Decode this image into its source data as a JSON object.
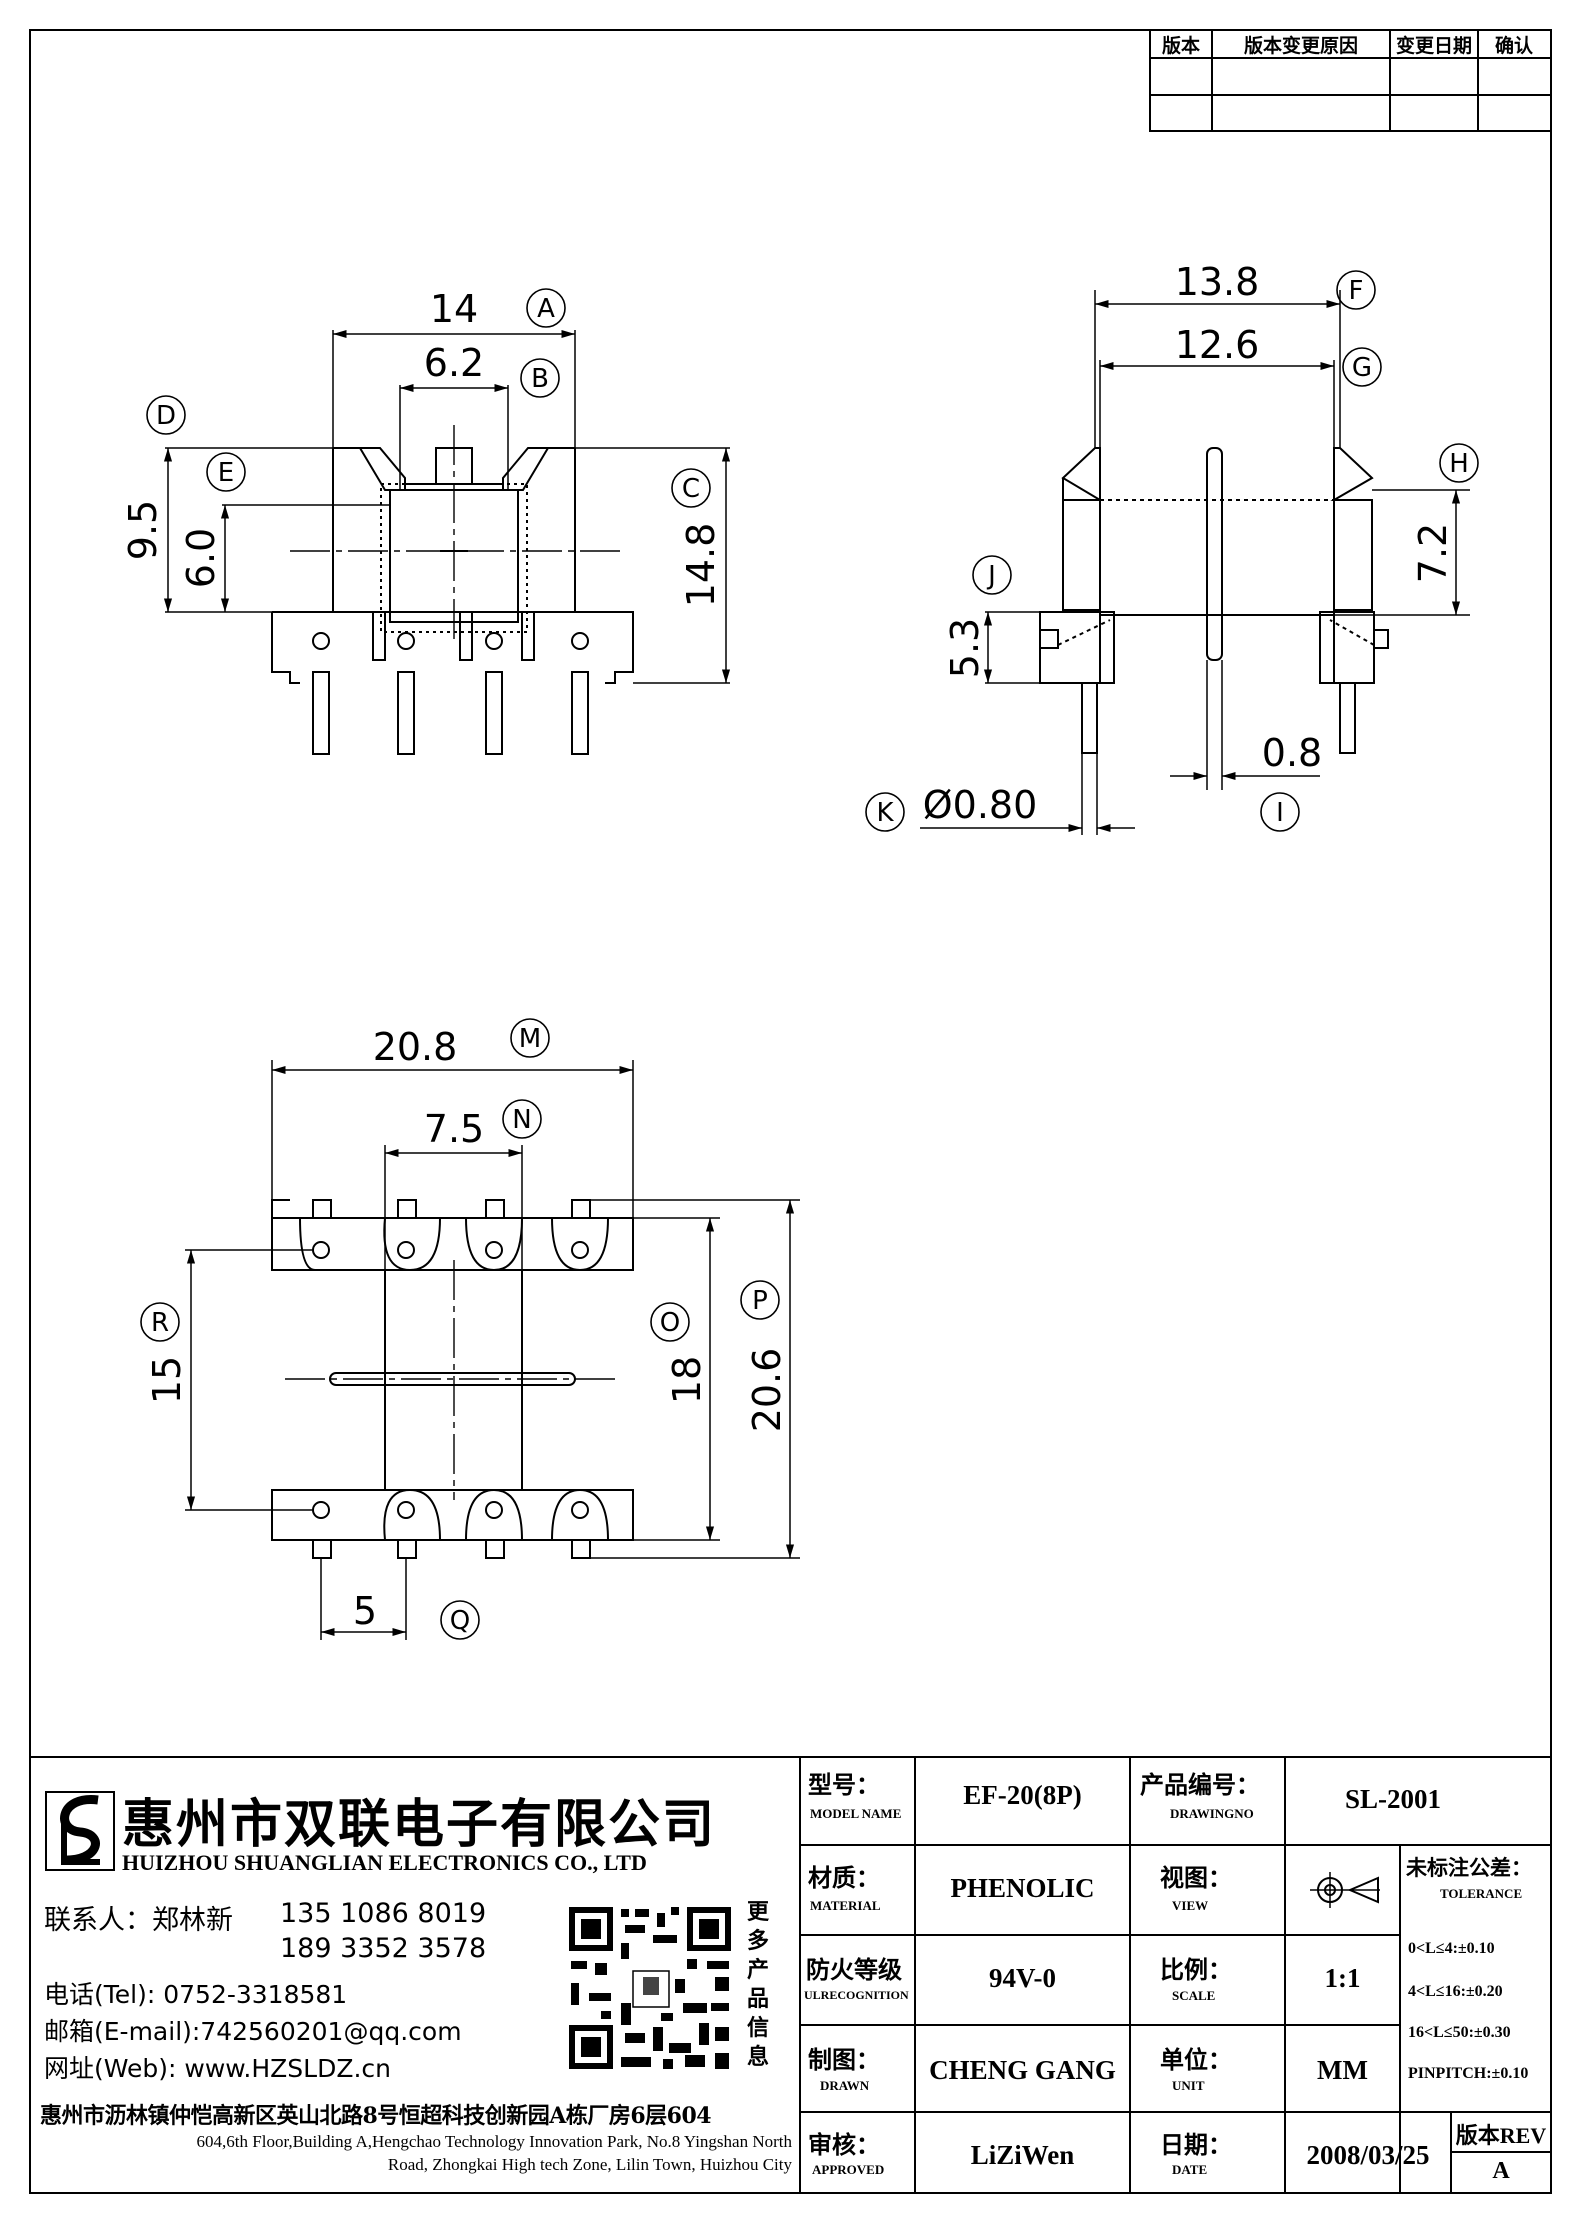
{
  "revision_table": {
    "headers": [
      "版本",
      "版本变更原因",
      "变更日期",
      "确认"
    ]
  },
  "front_view": {
    "dims": {
      "A": "14",
      "B": "6.2",
      "C": "14.8",
      "D": "9.5",
      "E": "6.0"
    },
    "bubbles": {
      "A": "A",
      "B": "B",
      "C": "C",
      "D": "D",
      "E": "E"
    }
  },
  "side_view": {
    "dims": {
      "F": "13.8",
      "G": "12.6",
      "H": "7.2",
      "J": "5.3",
      "I": "0.8",
      "K": "Ø0.80"
    },
    "bubbles": {
      "F": "F",
      "G": "G",
      "H": "H",
      "J": "J",
      "I": "I",
      "K": "K"
    }
  },
  "bottom_view": {
    "dims": {
      "M": "20.8",
      "N": "7.5",
      "R": "15",
      "O": "18",
      "P": "20.6",
      "Q": "5"
    },
    "bubbles": {
      "M": "M",
      "N": "N",
      "R": "R",
      "O": "O",
      "P": "P",
      "Q": "Q"
    }
  },
  "company": {
    "name_cn": "惠州市双联电子有限公司",
    "name_en": "HUIZHOU SHUANGLIAN ELECTRONICS CO., LTD",
    "contact_label": "联系人：郑林新",
    "phone1": "135 1086 8019",
    "phone2": "189 3352 3578",
    "tel": "电话(Tel): 0752-3318581",
    "email": "邮箱(E-mail):742560201@qq.com",
    "web": "网址(Web): www.HZSLDZ.cn",
    "qr_caption": [
      "更",
      "多",
      "产",
      "品",
      "信",
      "息"
    ],
    "address_cn": "惠州市沥林镇仲恺高新区英山北路8号恒超科技创新园A栋厂房6层604",
    "address_en1": "604,6th Floor,Building A,Hengchao Technology Innovation Park, No.8 Yingshan North",
    "address_en2": "Road, Zhongkai High tech Zone, Lilin Town, Huizhou City"
  },
  "title_block": {
    "model_label": "型号：",
    "model_label_en": "MODEL NAME",
    "model": "EF-20(8P)",
    "drawing_label": "产品编号：",
    "drawing_label_en": "DRAWINGNO",
    "drawing_no": "SL-2001",
    "material_label": "材质：",
    "material_label_en": "MATERIAL",
    "material": "PHENOLIC",
    "view_label": "视图：",
    "view_label_en": "VIEW",
    "tolerance_label": "未标注公差：",
    "tolerance_label_en": "TOLERANCE",
    "tolerances": [
      "0<L≤4:±0.10",
      "4<L≤16:±0.20",
      "16<L≤50:±0.30",
      "PINPITCH:±0.10"
    ],
    "fire_label": "防火等级",
    "fire_label_en": "ULRECOGNITION",
    "fire": "94V-0",
    "scale_label": "比例：",
    "scale_label_en": "SCALE",
    "scale": "1:1",
    "drawn_label": "制图：",
    "drawn_label_en": "DRAWN",
    "drawn": "CHENG GANG",
    "unit_label": "单位：",
    "unit_label_en": "UNIT",
    "unit": "MM",
    "approved_label": "审核：",
    "approved_label_en": "APPROVED",
    "approved": "LiZiWen",
    "date_label": "日期：",
    "date_label_en": "DATE",
    "date": "2008/03/25",
    "rev_label": "版本REV",
    "rev": "A"
  }
}
